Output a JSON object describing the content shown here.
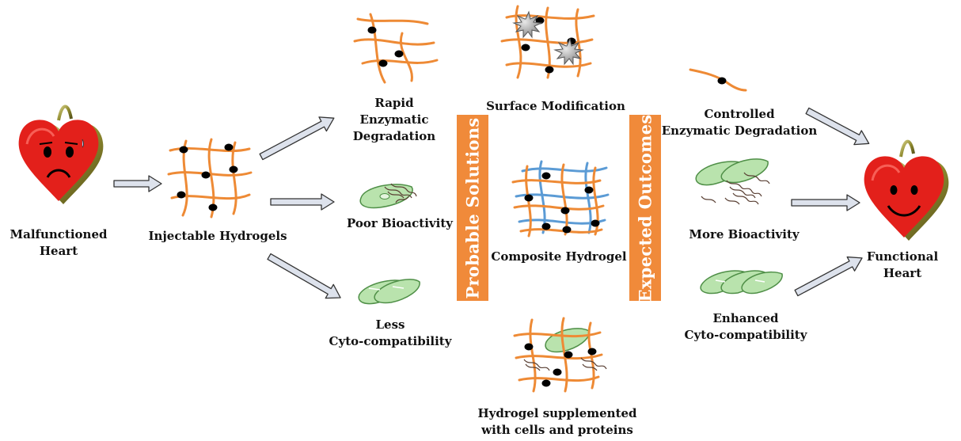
{
  "labels": {
    "malfunctioned_heart": "Malfunctioned\nHeart",
    "injectable_hydrogels": "Injectable Hydrogels",
    "rapid_degradation": "Rapid\nEnzymatic\nDegradation",
    "poor_bioactivity": "Poor Bioactivity",
    "less_cytocompatibility": "Less\nCyto-compatibility",
    "surface_modification": "Surface Modification",
    "composite_hydrogel": "Composite Hydrogel",
    "hydrogel_supplemented": "Hydrogel supplemented\nwith cells and proteins",
    "controlled_degradation": "Controlled\nEnzymatic Degradation",
    "more_bioactivity": "More Bioactivity",
    "enhanced_cytocompatibility": "Enhanced\nCyto-compatibility",
    "functional_heart": "Functional\nHeart"
  },
  "banners": {
    "probable_solutions": "Probable Solutions",
    "expected_outcomes": "Expected Outcomes"
  },
  "colors": {
    "heart": "#e3201b",
    "heart_rim": "#8f8a2e",
    "fiber": "#ee8a35",
    "fiber_blue": "#5b9bd5",
    "crosslink": "#000000",
    "banner": "#f08a3a",
    "cell_fill": "#b9e3ad",
    "cell_stroke": "#4f8f47",
    "arrow_fill": "#dde2ec",
    "arrow_stroke": "#333333",
    "nanoparticle": "#a7a7a7"
  },
  "icons": [
    "sad-heart-icon",
    "happy-heart-icon",
    "hydrogel-network-icon",
    "cell-icon",
    "protein-icon",
    "nanoparticle-icon",
    "arrow-icon"
  ]
}
